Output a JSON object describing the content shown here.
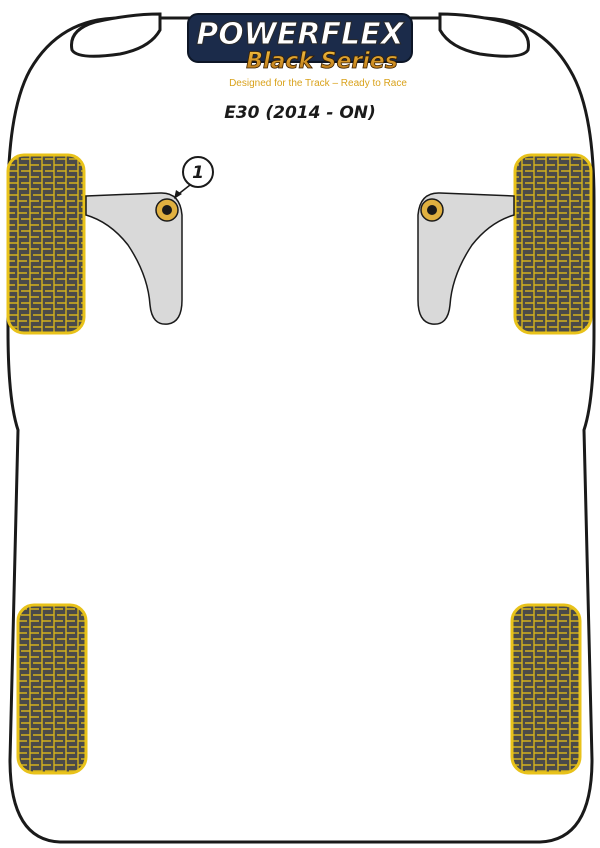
{
  "brand": {
    "name": "POWERFLEX",
    "series": "Black Series",
    "tagline": "Designed for the Track – Ready to Race"
  },
  "model": "E30 (2014 - ON)",
  "callout": {
    "number": "1"
  },
  "colors": {
    "outline": "#1a1a1a",
    "tyre_fill": "#4a4a4a",
    "tyre_outline": "#e8c21a",
    "tread_line": "#d4b21c",
    "mount_fill": "#d9d9d9",
    "bush_ring": "#e0b040",
    "logo_orange": "#e8a020"
  }
}
